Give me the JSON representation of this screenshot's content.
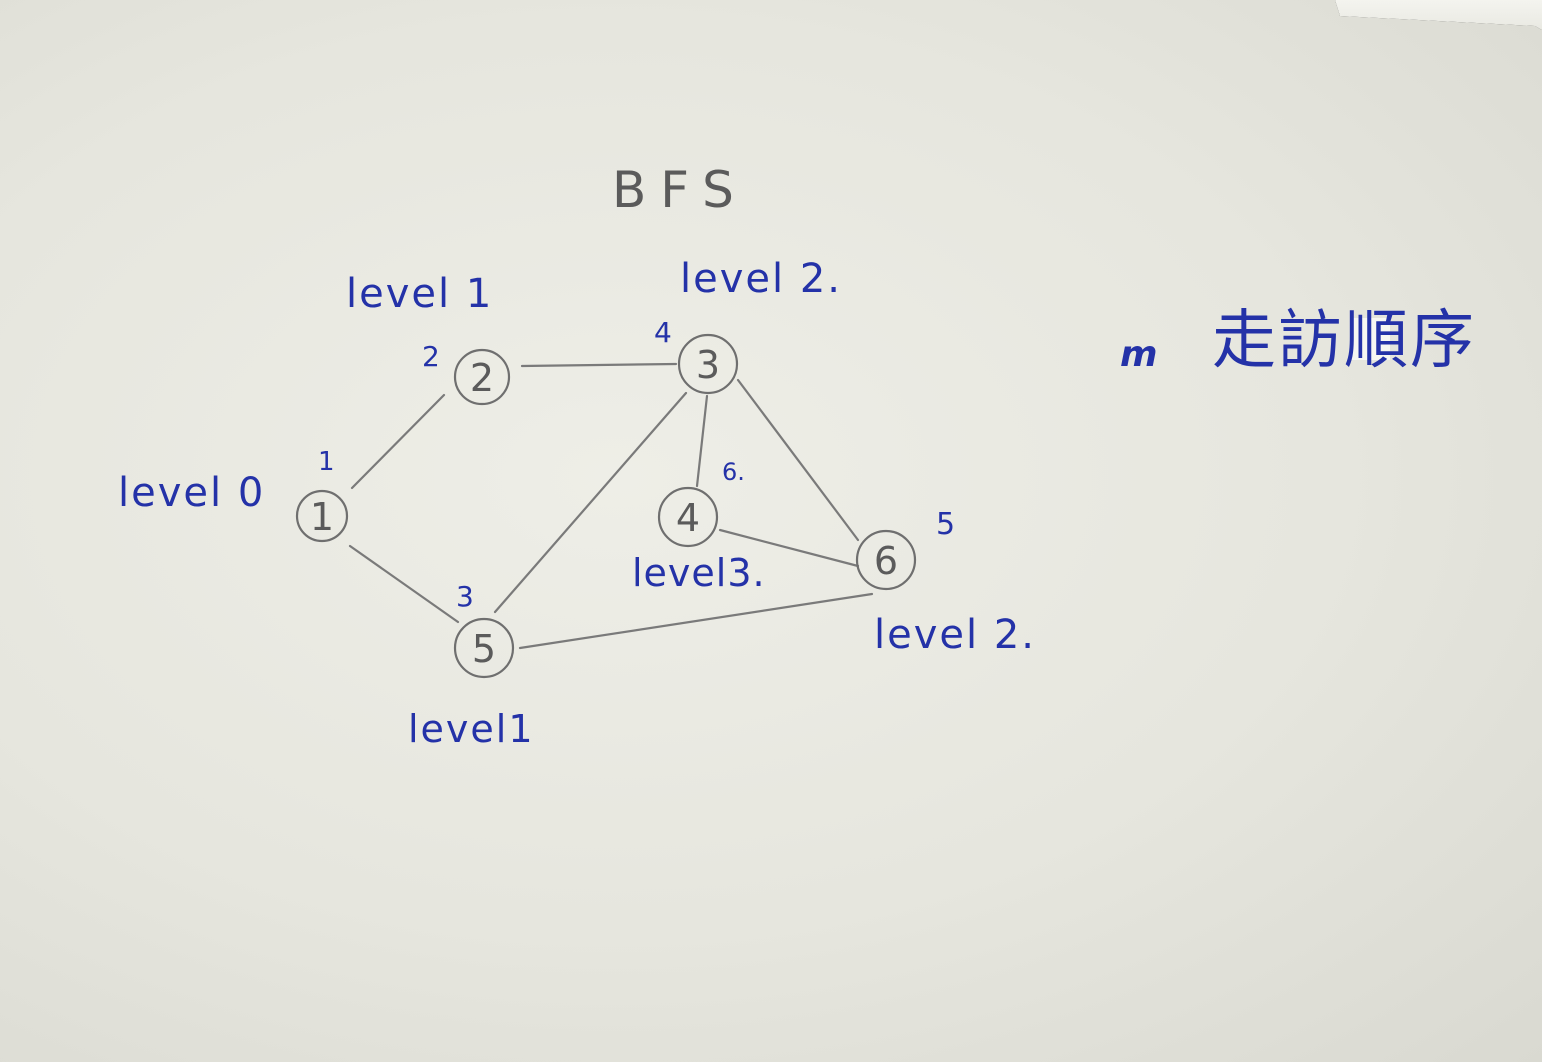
{
  "title": "BFS",
  "legend_mark": "m",
  "legend_text": "走訪順序",
  "colors": {
    "paper": "#e9e9e1",
    "pencil": "#6f6f6f",
    "ink": "#2432a8"
  },
  "nodes": [
    {
      "id": "n1",
      "label": "1",
      "order": "1",
      "level": "level 0"
    },
    {
      "id": "n2",
      "label": "2",
      "order": "2",
      "level": "level 1"
    },
    {
      "id": "n3",
      "label": "3",
      "order": "4",
      "level": "level 2."
    },
    {
      "id": "n4",
      "label": "4",
      "order": "6.",
      "level": "level3."
    },
    {
      "id": "n5",
      "label": "5",
      "order": "3",
      "level": "level1"
    },
    {
      "id": "n6",
      "label": "6",
      "order": "5",
      "level": "level 2."
    }
  ],
  "edges": [
    [
      "1",
      "2"
    ],
    [
      "1",
      "5"
    ],
    [
      "2",
      "3"
    ],
    [
      "3",
      "5"
    ],
    [
      "3",
      "4"
    ],
    [
      "3",
      "6"
    ],
    [
      "4",
      "6"
    ],
    [
      "5",
      "6"
    ]
  ]
}
